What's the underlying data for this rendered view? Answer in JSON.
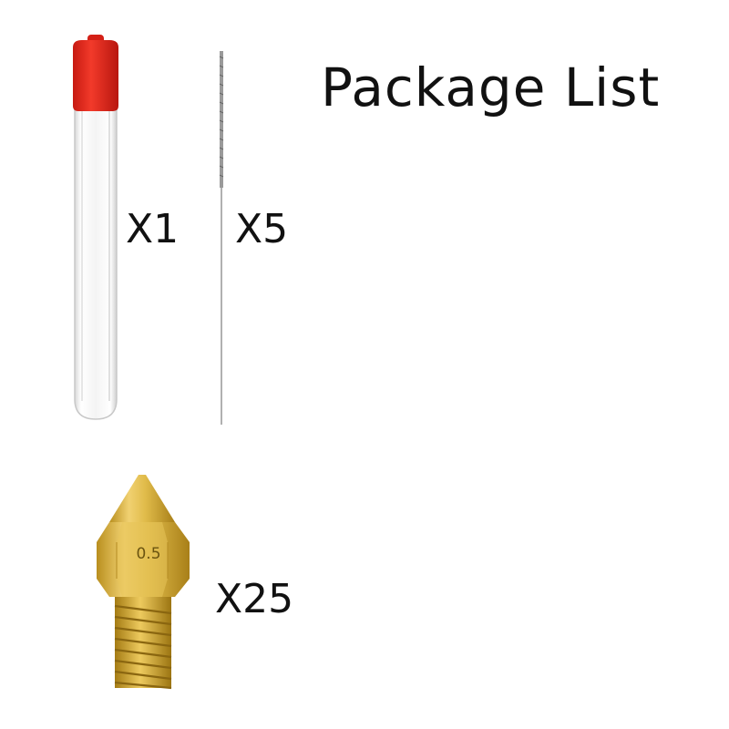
{
  "title": "Package List",
  "items": [
    {
      "icon": "storage-tube-icon",
      "quantity": "X1"
    },
    {
      "icon": "cleaning-needle-icon",
      "quantity": "X5"
    },
    {
      "icon": "brass-nozzle-icon",
      "quantity": "X25",
      "size_label": "0.5"
    }
  ],
  "colors": {
    "tube_cap": "#e8281e",
    "brass": "#d9b23c",
    "needle": "#8a8a8a"
  }
}
